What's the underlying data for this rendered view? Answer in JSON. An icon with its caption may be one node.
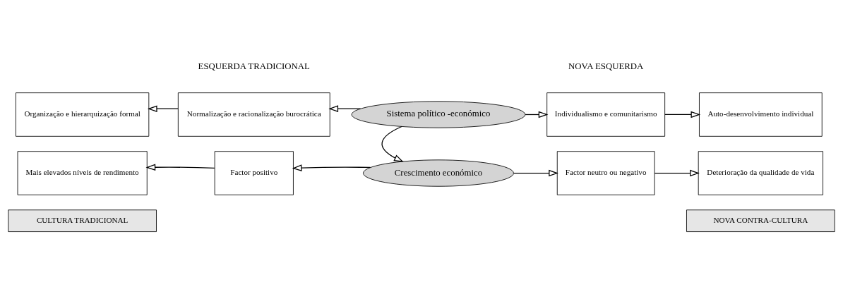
{
  "diagram": {
    "nodes": [
      {
        "text": [
          "Sistema político -económico"
        ]
      },
      {
        "text": [
          "Normalização e racionalização burocrática"
        ]
      },
      {
        "text": [
          "Organização e hierarquização formal"
        ]
      },
      {
        "text": [
          "Individualismo e comunitarismo"
        ]
      },
      {
        "text": [
          "Auto-desenvolvimento individual"
        ]
      },
      {
        "text": [
          "Crescimento económico"
        ]
      },
      {
        "text": [
          "Factor positivo"
        ]
      },
      {
        "text": [
          "Mais elevados níveis de rendimento"
        ]
      },
      {
        "text": [
          "Factor neutro ou negativo"
        ]
      },
      {
        "text": [
          "Deterioração da qualidade de vida"
        ]
      },
      {
        "text": [
          "CULTURA TRADICIONAL"
        ]
      },
      {
        "text": [
          "NOVA CONTRA-CULTURA"
        ]
      }
    ],
    "edges": [
      {
        "from": 0,
        "to": 1,
        "arrow": "to"
      },
      {
        "from": 1,
        "to": 2,
        "arrow": "to"
      },
      {
        "from": 0,
        "to": 3,
        "arrow": "to"
      },
      {
        "from": 3,
        "to": 4,
        "arrow": "to"
      },
      {
        "from": 0,
        "to": 5,
        "arrow": "to"
      },
      {
        "from": 5,
        "to": 6,
        "arrow": "to"
      },
      {
        "from": 6,
        "to": 7,
        "arrow": "to"
      },
      {
        "from": 5,
        "to": 8,
        "arrow": "to"
      },
      {
        "from": 8,
        "to": 9,
        "arrow": "to"
      }
    ],
    "labels": [
      "ESQUERDA TRADICIONAL",
      "NOVA ESQUERDA"
    ]
  }
}
